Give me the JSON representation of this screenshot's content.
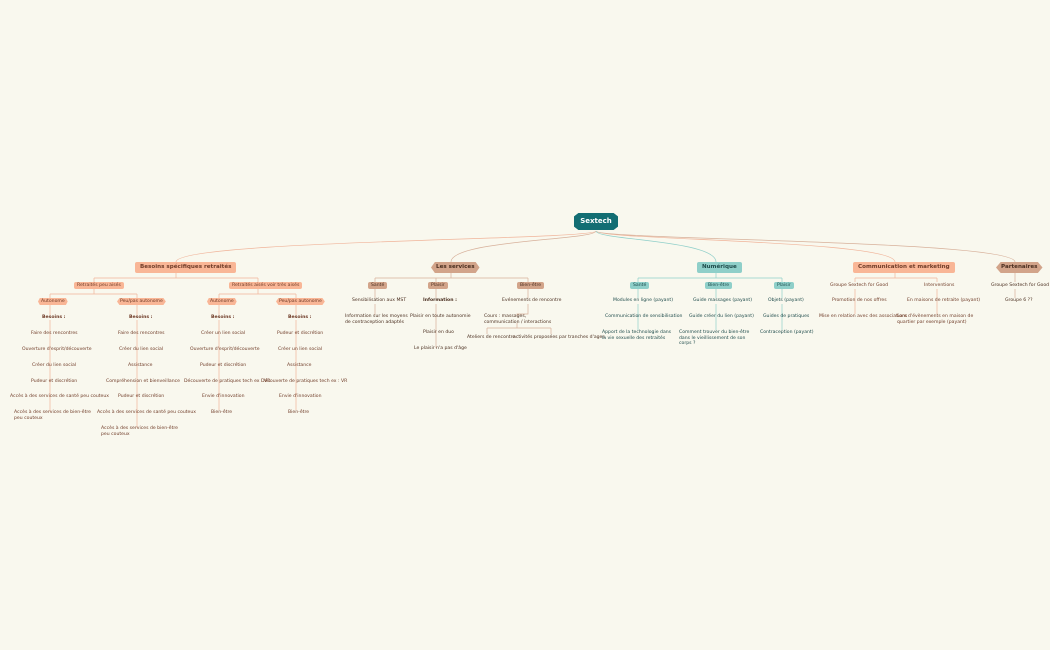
{
  "root": "Sextech",
  "colors": {
    "background": "#f9f8ee",
    "root": "#136e73",
    "salmon": "#f9b696",
    "salmon_text": "#6f3b27",
    "tan": "#d2a48a",
    "tan_text": "#4a2e1f",
    "teal": "#8fcfc9",
    "teal_text": "#1d4a4a",
    "line_salmon": "#f0b49a",
    "line_tan": "#d7b09a",
    "line_teal": "#8fcfc9"
  },
  "besoins": {
    "title": "Besoins spécifiques retraités",
    "groups": [
      {
        "label": "Retraités peu aisés",
        "subs": [
          {
            "label": "Autonome",
            "header": "Besoins :",
            "items": [
              "Faire des rencontres",
              "Ouverture d'esprit/découverte",
              "Créer du lien social",
              "Pudeur et discrétion",
              "Accès à des services de santé peu couteux",
              "Accès à des services de bien-être peu couteux"
            ]
          },
          {
            "label": "Peu/pas autonome",
            "header": "Besoins :",
            "items": [
              "Faire des rencontres",
              "Créer du lien social",
              "Assistance",
              "Compréhension et bienveillance",
              "Pudeur et discrétion",
              "Accès à des services de santé peu couteux",
              "Accès à des services de bien-être peu couteux"
            ]
          }
        ]
      },
      {
        "label": "Retraités aisés voir très aisés",
        "subs": [
          {
            "label": "Autonome",
            "header": "Besoins :",
            "items": [
              "Créer un lien social",
              "Ouverture d'esprit/découverte",
              "Pudeur et discrétion",
              "Découverte de pratiques tech ex : VR",
              "Envie d'innovation",
              "Bien-être"
            ]
          },
          {
            "label": "Peu/pas autonome",
            "header": "Besoins :",
            "items": [
              "Pudeur et discrétion",
              "Créer un lien social",
              "Assistance",
              "Découverte de pratiques tech ex : VR",
              "Envie d'innovation",
              "Bien-être"
            ]
          }
        ]
      }
    ]
  },
  "services": {
    "title": "Les services",
    "sante": {
      "label": "Santé",
      "items": [
        "Sensibilisation aux MST",
        "Information sur les moyens de contraception adaptés"
      ]
    },
    "plaisir": {
      "label": "Plaisir",
      "header": "Information :",
      "items": [
        "Plaisir en toute autonomie",
        "Plaisir en duo",
        "Le plaisir n'a pas d'âge"
      ]
    },
    "bienetre": {
      "label": "Bien-être",
      "item1": "Evénements de rencontre",
      "item2": "Cours : massages, communication / interactions",
      "leaves": [
        "Ateliers de rencontre",
        "activités proposées par tranches d'ages"
      ]
    }
  },
  "numerique": {
    "title": "Numérique",
    "sante": {
      "label": "Santé",
      "items": [
        "Modules en ligne (payant)",
        "Communication de sensibilisation",
        "Apport de la technologie dans la vie sexuelle des retraités"
      ]
    },
    "bienetre": {
      "label": "Bien-être",
      "items": [
        "Guide massages (payant)",
        "Guide créer du lien (payant)",
        "Comment trouver du bien-être dans le vieillissement de son corps ?"
      ]
    },
    "plaisir": {
      "label": "Plaisir",
      "items": [
        "Objets (payant)",
        "Guides de pratiques",
        "Contraception (payant)"
      ]
    }
  },
  "communication": {
    "title": "Communication et marketing",
    "col1": [
      "Groupe Sextech for Good",
      "Promotion de nos offres",
      "Mise en relation avec des associations"
    ],
    "col2": [
      "Interventions",
      "En maisons de retraite (payant)",
      "Lors d'évènements en maison de quartier par exemple (payant)"
    ]
  },
  "partenaires": {
    "title": "Partenaires",
    "items": [
      "Groupe Sextech for Good",
      "Groupe 6 ??"
    ]
  }
}
